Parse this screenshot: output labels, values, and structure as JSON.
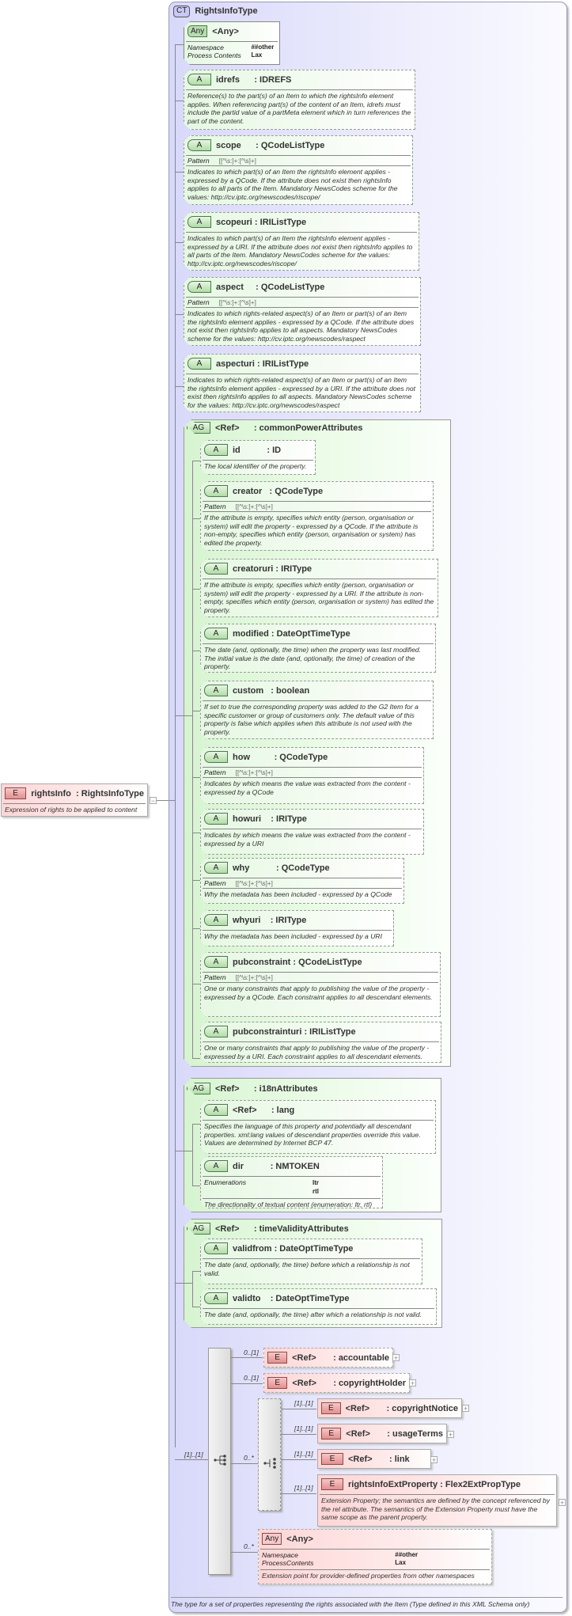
{
  "root_element": {
    "badge": "E",
    "name": "rightsInfo",
    "type": ": RightsInfoType",
    "description": "Expression of rights to be applied to content",
    "collapse": "−"
  },
  "complex_type": {
    "badge": "CT",
    "name": "RightsInfoType",
    "description": "The type for a set of properties representing the rights associated with the Item (Type defined in this XML Schema only)"
  },
  "any_top": {
    "badge": "Any",
    "name": "<Any>",
    "props": [
      {
        "key": "Namespace",
        "value": "##other"
      },
      {
        "key": "Process Contents",
        "value": "Lax"
      }
    ]
  },
  "attributes": [
    {
      "badge": "A",
      "name": "idrefs",
      "type": ": IDREFS",
      "description": "Reference(s) to the part(s) of an Item to which the rightsInfo element applies. When referencing part(s) of the content of an Item, idrefs must include the partid value of a partMeta element which in turn references the part of the content."
    },
    {
      "badge": "A",
      "name": "scope",
      "type": ": QCodeListType",
      "pattern_label": "Pattern",
      "pattern": "[[^\\s:]+:[^\\s]+]",
      "description": "Indicates to which part(s) of an Item the rightsInfo element applies - expressed by a QCode. If the attribute does not exist then rightsInfo applies to all parts of the Item. Mandatory NewsCodes scheme for the values: http://cv.iptc.org/newscodes/riscope/"
    },
    {
      "badge": "A",
      "name": "scopeuri",
      "type": ": IRIListType",
      "description": "Indicates to which part(s) of an Item the rightsInfo element applies - expressed by a URI. If the attribute does not exist then rightsInfo applies to all parts of the Item. Mandatory NewsCodes scheme for the values: http://cv.iptc.org/newscodes/riscope/"
    },
    {
      "badge": "A",
      "name": "aspect",
      "type": ": QCodeListType",
      "pattern_label": "Pattern",
      "pattern": "[[^\\s:]+:[^\\s]+]",
      "description": "Indicates to which rights-related aspect(s) of an Item or part(s) of an Item the rightsInfo element applies - expressed by a QCode. If the attribute does not exist then rightsInfo applies to all aspects. Mandatory NewsCodes scheme for the values: http://cv.iptc.org/newscodes/raspect"
    },
    {
      "badge": "A",
      "name": "aspecturi",
      "type": ": IRIListType",
      "description": "Indicates to which rights-related aspect(s) of an Item or part(s) of an Item the rightsInfo element applies - expressed by a URI. If the attribute does not exist then rightsInfo applies to all aspects. Mandatory NewsCodes scheme for the values: http://cv.iptc.org/newscodes/raspect"
    }
  ],
  "group_common": {
    "badge": "AG",
    "ref": "<Ref>",
    "name": ": commonPowerAttributes",
    "attributes": [
      {
        "badge": "A",
        "name": "id",
        "type": ": ID",
        "description": "The local identifier of the property."
      },
      {
        "badge": "A",
        "name": "creator",
        "type": ": QCodeType",
        "pattern_label": "Pattern",
        "pattern": "[[^\\s:]+:[^\\s]+]",
        "description": "If the attribute is empty, specifies which entity (person, organisation or system) will edit the property - expressed by a QCode. If the attribute is non-empty, specifies which entity (person, organisation or system) has edited the property."
      },
      {
        "badge": "A",
        "name": "creatoruri",
        "type": ": IRIType",
        "description": "If the attribute is empty, specifies which entity (person, organisation or system) will edit the property - expressed by a URI. If the attribute is non-empty, specifies which entity (person, organisation or system) has edited the property."
      },
      {
        "badge": "A",
        "name": "modified",
        "type": ": DateOptTimeType",
        "description": "The date (and, optionally, the time) when the property was last modified. The initial value is the date (and, optionally, the time) of creation of the property."
      },
      {
        "badge": "A",
        "name": "custom",
        "type": ": boolean",
        "description": "If set to true the corresponding property was added to the G2 Item for a specific customer or group of customers only. The default value of this property is false which applies when this attribute is not used with the property."
      },
      {
        "badge": "A",
        "name": "how",
        "type": ": QCodeType",
        "pattern_label": "Pattern",
        "pattern": "[[^\\s:]+:[^\\s]+]",
        "description": "Indicates by which means the value was extracted from the content - expressed by a QCode"
      },
      {
        "badge": "A",
        "name": "howuri",
        "type": ": IRIType",
        "description": "Indicates by which means the value was extracted from the content - expressed by a URI"
      },
      {
        "badge": "A",
        "name": "why",
        "type": ": QCodeType",
        "pattern_label": "Pattern",
        "pattern": "[[^\\s:]+:[^\\s]+]",
        "description": "Why the metadata has been included - expressed by a QCode"
      },
      {
        "badge": "A",
        "name": "whyuri",
        "type": ": IRIType",
        "description": "Why the metadata has been included - expressed by a URI"
      },
      {
        "badge": "A",
        "name": "pubconstraint",
        "type": ": QCodeListType",
        "pattern_label": "Pattern",
        "pattern": "[[^\\s:]+:[^\\s]+]",
        "description": "One or many constraints that apply to publishing the value of the property - expressed by a QCode. Each constraint applies to all descendant elements."
      },
      {
        "badge": "A",
        "name": "pubconstrainturi",
        "type": ": IRIListType",
        "description": "One or many constraints that apply to publishing the value of the property - expressed by a URI. Each constraint applies to all descendant elements."
      }
    ]
  },
  "group_i18n": {
    "badge": "AG",
    "ref": "<Ref>",
    "name": ": i18nAttributes",
    "attributes": [
      {
        "badge": "A",
        "name": "<Ref>",
        "type": ": lang",
        "description": "Specifies the language of this property and potentially all descendant properties. xml:lang values of descendant properties override this value. Values are determined by Internet BCP 47."
      },
      {
        "badge": "A",
        "name": "dir",
        "type": ": NMTOKEN",
        "enum_label": "Enumerations",
        "enumerations": [
          "ltr",
          "rtl"
        ],
        "description": "The directionality of textual content (enumeration: ltr, rtl)"
      }
    ]
  },
  "group_time": {
    "badge": "AG",
    "ref": "<Ref>",
    "name": ": timeValidityAttributes",
    "attributes": [
      {
        "badge": "A",
        "name": "validfrom",
        "type": ": DateOptTimeType",
        "description": "The date (and, optionally, the time) before which a relationship is not valid."
      },
      {
        "badge": "A",
        "name": "validto",
        "type": ": DateOptTimeType",
        "description": "The date (and, optionally, the time) after which a relationship is not valid."
      }
    ]
  },
  "sequence": {
    "cardinality": "[1]..[1]",
    "elements": [
      {
        "badge": "E",
        "ref": "<Ref>",
        "name": ": accountable",
        "cardinality": "0..[1]",
        "expand": "+"
      },
      {
        "badge": "E",
        "ref": "<Ref>",
        "name": ": copyrightHolder",
        "cardinality": "0..[1]",
        "expand": "+"
      }
    ],
    "choice": {
      "cardinality": "0..*",
      "elements": [
        {
          "badge": "E",
          "ref": "<Ref>",
          "name": ": copyrightNotice",
          "cardinality": "[1]..[1]",
          "expand": "+"
        },
        {
          "badge": "E",
          "ref": "<Ref>",
          "name": ": usageTerms",
          "cardinality": "[1]..[1]",
          "expand": "+"
        },
        {
          "badge": "E",
          "ref": "<Ref>",
          "name": ": link",
          "cardinality": "[1]..[1]",
          "expand": "+"
        },
        {
          "badge": "E",
          "name": "rightsInfoExtProperty",
          "type": ": Flex2ExtPropType",
          "cardinality": "[1]..[1]",
          "expand": "+",
          "description": "Extension Property; the semantics are defined by the concept referenced by the rel attribute. The semantics of the Extension Property must have the same scope as the parent property."
        }
      ]
    },
    "any": {
      "badge": "Any",
      "name": "<Any>",
      "cardinality": "0..*",
      "props": [
        {
          "key": "Namespace",
          "value": "##other"
        },
        {
          "key": "ProcessContents",
          "value": "Lax"
        }
      ],
      "description": "Extension point for provider-defined properties from other namespaces"
    }
  }
}
